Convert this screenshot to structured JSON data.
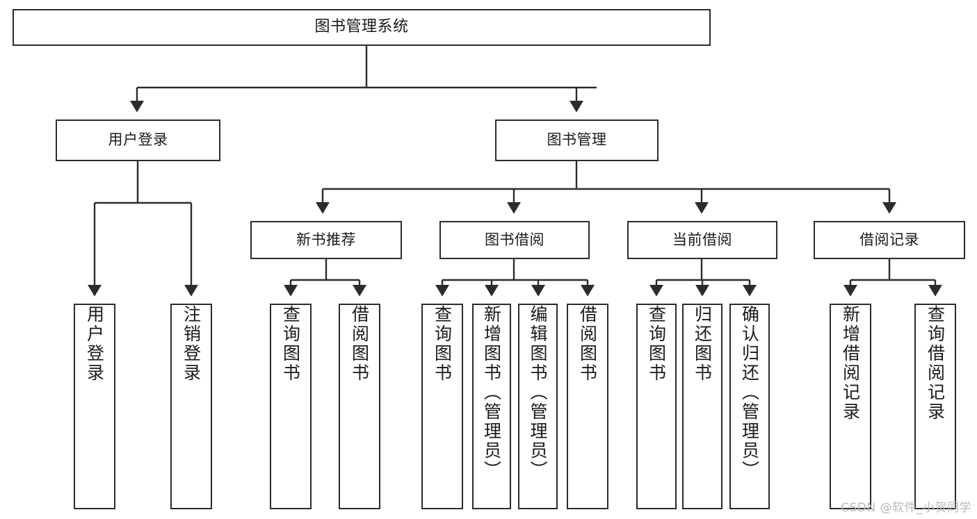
{
  "diagram": {
    "title": "图书管理系统",
    "type": "tree",
    "watermark": "CSDN @软件_小贺同学",
    "colors": {
      "stroke": "#2b2b2b",
      "fill": "#ffffff",
      "text": "#1a1a1a",
      "watermark": "#b9b9b9"
    },
    "root": {
      "label": "图书管理系统"
    },
    "level2": [
      {
        "label": "用户登录"
      },
      {
        "label": "图书管理"
      }
    ],
    "level3": [
      {
        "label": "新书推荐"
      },
      {
        "label": "图书借阅"
      },
      {
        "label": "当前借阅"
      },
      {
        "label": "借阅记录"
      }
    ],
    "leaves_user_login": [
      {
        "label": "用户登录"
      },
      {
        "label": "注销登录"
      }
    ],
    "leaves_new_book": [
      {
        "label": "查询图书"
      },
      {
        "label": "借阅图书"
      }
    ],
    "leaves_borrow": [
      {
        "label": "查询图书"
      },
      {
        "label": "新增图书（管理员）"
      },
      {
        "label": "编辑图书（管理员）"
      },
      {
        "label": "借阅图书"
      }
    ],
    "leaves_current": [
      {
        "label": "查询图书"
      },
      {
        "label": "归还图书"
      },
      {
        "label": "确认归还（管理员）"
      }
    ],
    "leaves_records": [
      {
        "label": "新增借阅记录"
      },
      {
        "label": "查询借阅记录"
      }
    ]
  }
}
